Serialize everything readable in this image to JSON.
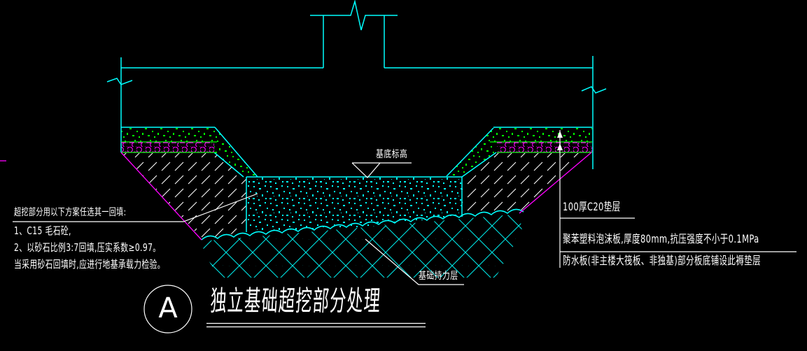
{
  "colors": {
    "background": "#000000",
    "structure_lines": "#00ffff",
    "bedding_layer": "#00ff00",
    "foam_and_slope_lines": "#ff00ff",
    "text_and_leaders": "#ffffff"
  },
  "left_note": {
    "heading": "超挖部分用以下方案任选其一回填:",
    "item1": "1、C15 毛石砼,",
    "item2": "2、以砂石比例3:7回填,压实系数≥0.97。",
    "item3": "当采用砂石回填时,应进行地基承载力检验。"
  },
  "right_note": {
    "bedding": "100厚C20垫层",
    "foam": "聚苯塑料泡沫板,厚度80mm,抗压强度不小于0.1MPa",
    "waterproof": "防水板(非主楼大筏板、非独基)部分板底铺设此褥垫层"
  },
  "labels": {
    "base_elevation": "基底标高",
    "bearing_layer": "基础持力层"
  },
  "title_block": {
    "mark": "A",
    "title": "独立基础超挖部分处理"
  }
}
